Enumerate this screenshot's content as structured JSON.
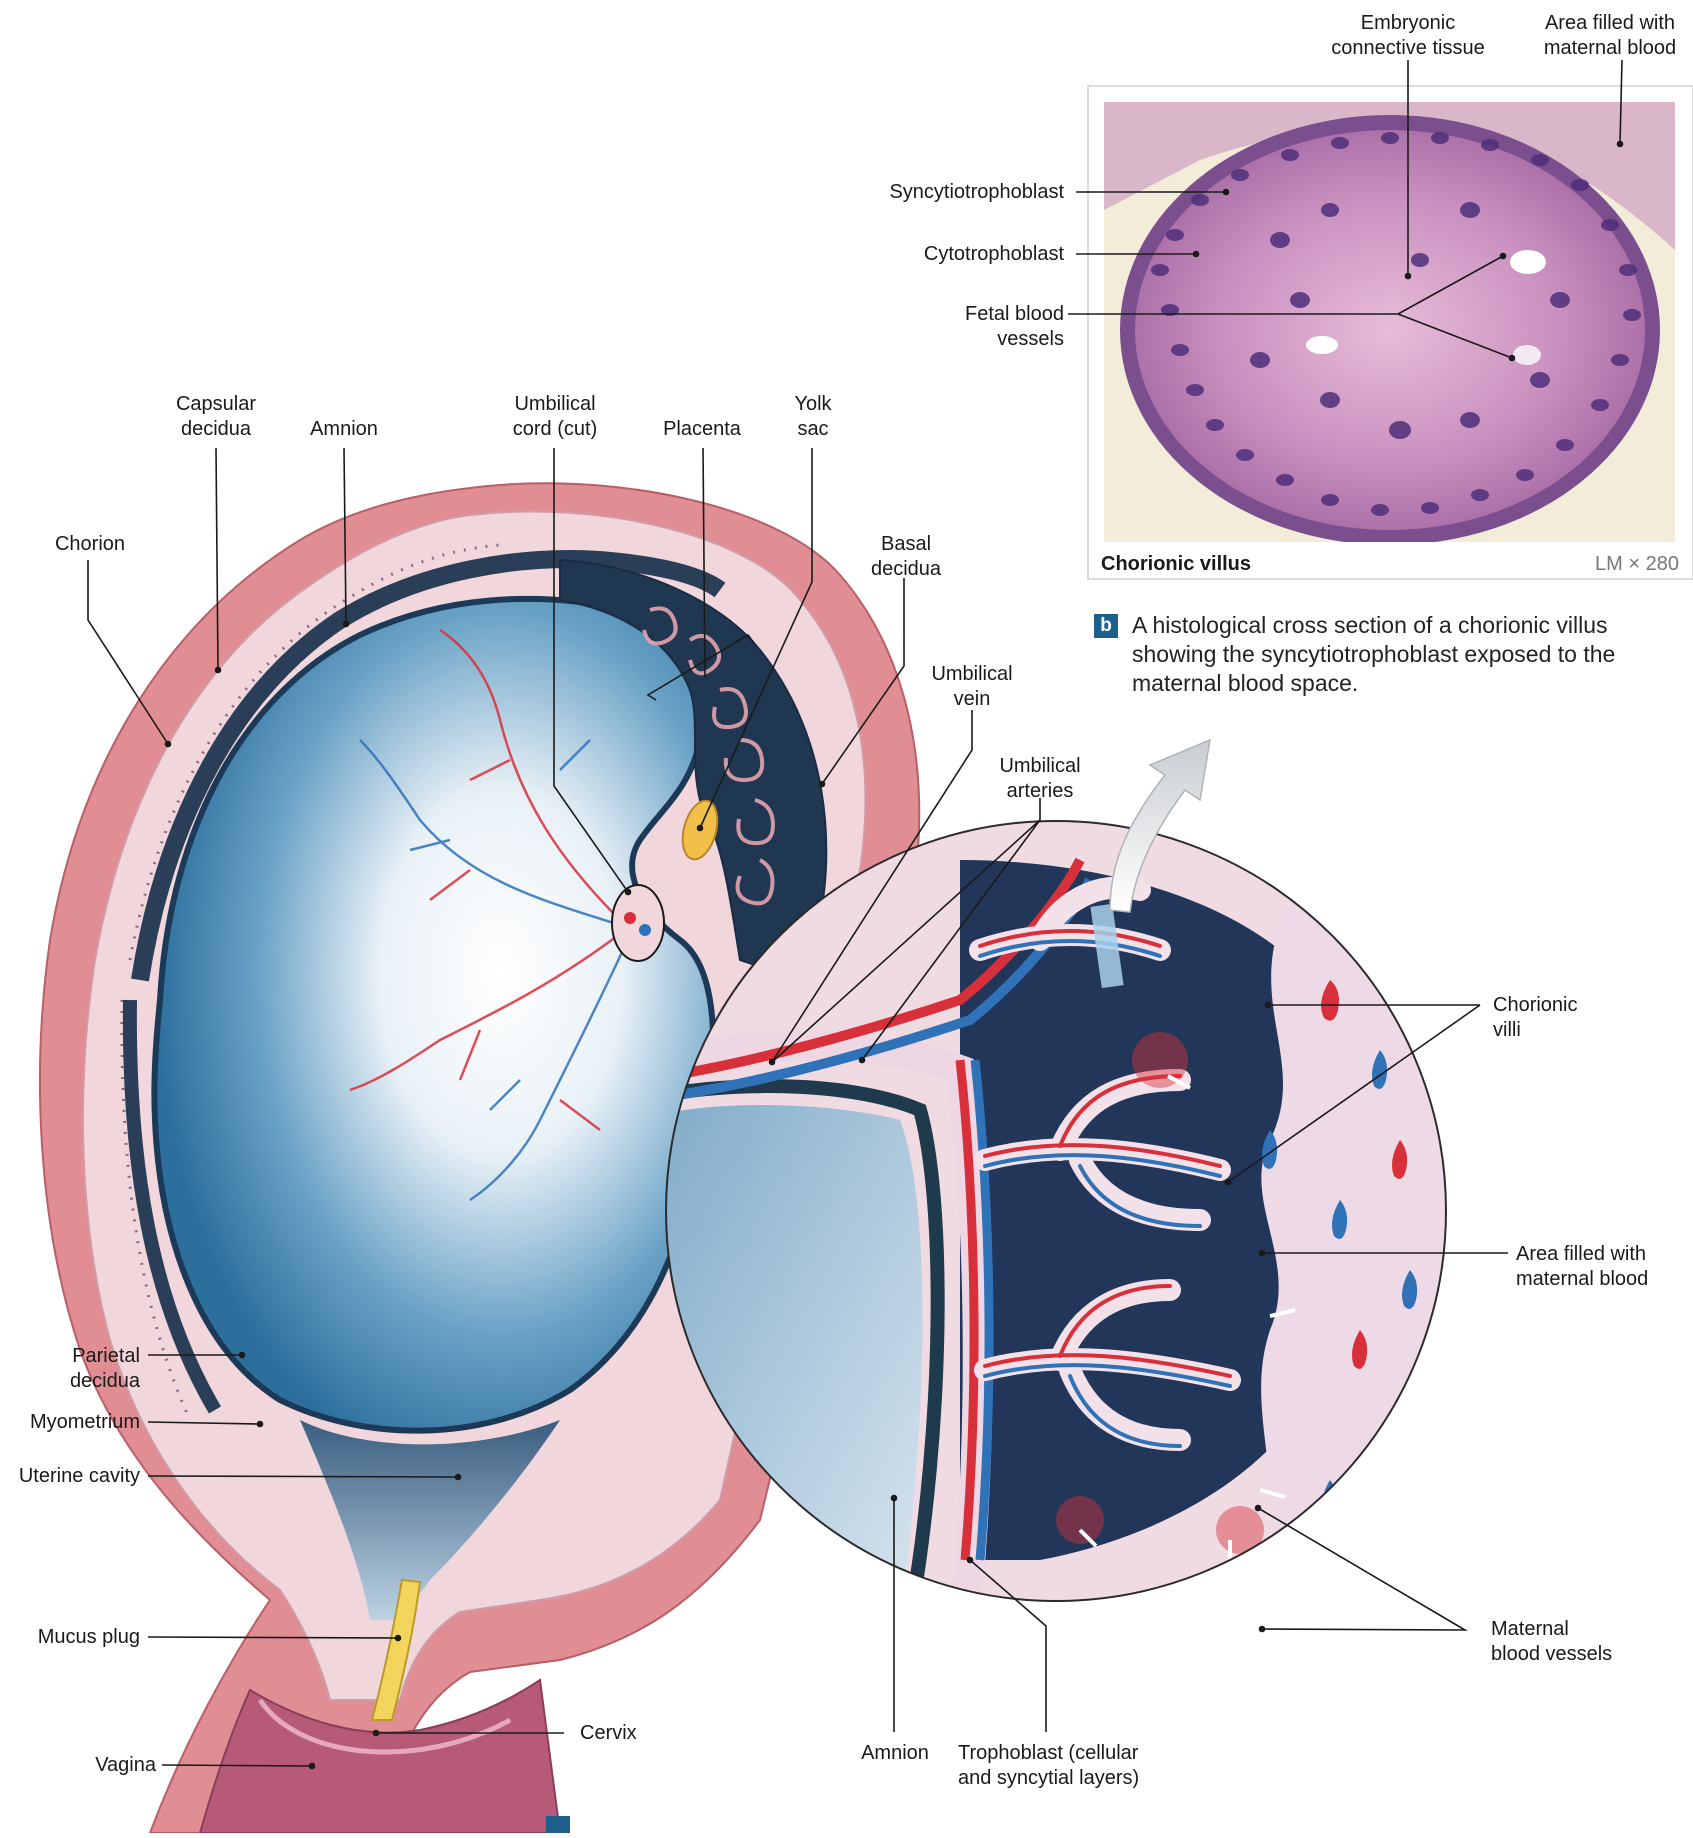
{
  "labels": {
    "chorion": "Chorion",
    "capsular_decidua": [
      "Capsular",
      "decidua"
    ],
    "amnion_top": "Amnion",
    "umbilical_cord": [
      "Umbilical",
      "cord (cut)"
    ],
    "placenta": "Placenta",
    "yolk_sac": [
      "Yolk",
      "sac"
    ],
    "basal_decidua": [
      "Basal",
      "decidua"
    ],
    "umbilical_vein": [
      "Umbilical",
      "vein"
    ],
    "umbilical_arteries": [
      "Umbilical",
      "arteries"
    ],
    "parietal_decidua": [
      "Parietal",
      "decidua"
    ],
    "myometrium": "Myometrium",
    "uterine_cavity": "Uterine cavity",
    "mucus_plug": "Mucus plug",
    "cervix": "Cervix",
    "vagina": "Vagina",
    "chorionic_villi": [
      "Chorionic",
      "villi"
    ],
    "area_maternal_blood": [
      "Area filled with",
      "maternal blood"
    ],
    "maternal_vessels": [
      "Maternal",
      "blood vessels"
    ],
    "amnion_bottom": "Amnion",
    "trophoblast": [
      "Trophoblast (cellular",
      "and syncytial layers)"
    ]
  },
  "histology": {
    "embryonic_ct": [
      "Embryonic",
      "connective tissue"
    ],
    "area_maternal_blood": [
      "Area filled with",
      "maternal blood"
    ],
    "syncytiotrophoblast": "Syncytiotrophoblast",
    "cytotrophoblast": "Cytotrophoblast",
    "fetal_vessels": [
      "Fetal blood",
      "vessels"
    ],
    "caption_name": "Chorionic villus",
    "magnification": "LM × 280"
  },
  "caption_b": {
    "letter": "b",
    "text": "A histological cross section of a chorionic villus showing the syncytiotrophoblast exposed to the maternal blood space."
  },
  "colors": {
    "myometrium": "#e08e93",
    "decidua": "#f1d6dc",
    "cavity_blue": "#2f79a6",
    "cavity_dark": "#1d3a5c",
    "artery_red": "#d8303a",
    "vein_blue": "#2f72b8",
    "histo_purple": "#a96aa6",
    "caption_badge": "#1f5f8c",
    "yolk": "#f2c04a"
  }
}
